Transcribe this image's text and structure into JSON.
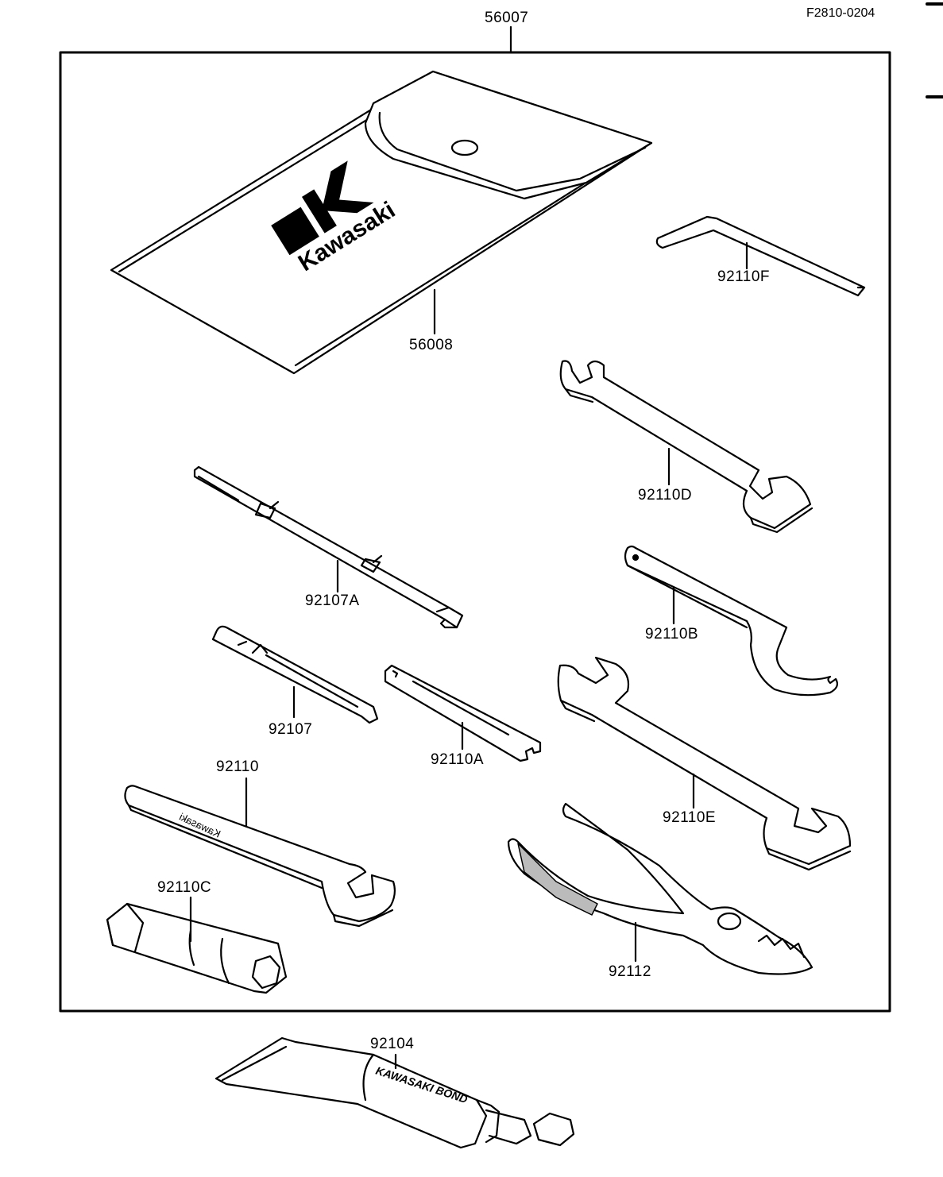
{
  "diagram": {
    "figure_code": "F2810-0204",
    "kit_part_no": "56007",
    "brand_logo_text": "Kawasaki",
    "spanner_engraving": "Kawasaki",
    "tube_print": "KAWASAKI BOND",
    "parts": [
      {
        "id": "tool-pouch",
        "part_no": "56008"
      },
      {
        "id": "hex-key",
        "part_no": "92110F"
      },
      {
        "id": "open-end-wrench-small",
        "part_no": "92110D"
      },
      {
        "id": "screwdriver-double",
        "part_no": "92107A"
      },
      {
        "id": "hook-spanner",
        "part_no": "92110B"
      },
      {
        "id": "screwdriver-bit",
        "part_no": "92107"
      },
      {
        "id": "flat-spanner",
        "part_no": "92110A"
      },
      {
        "id": "open-end-wrench-large",
        "part_no": "92110E"
      },
      {
        "id": "engraved-wrench",
        "part_no": "92110"
      },
      {
        "id": "spark-plug-socket",
        "part_no": "92110C"
      },
      {
        "id": "pliers",
        "part_no": "92112"
      },
      {
        "id": "bond-tube",
        "part_no": "92104"
      }
    ]
  }
}
